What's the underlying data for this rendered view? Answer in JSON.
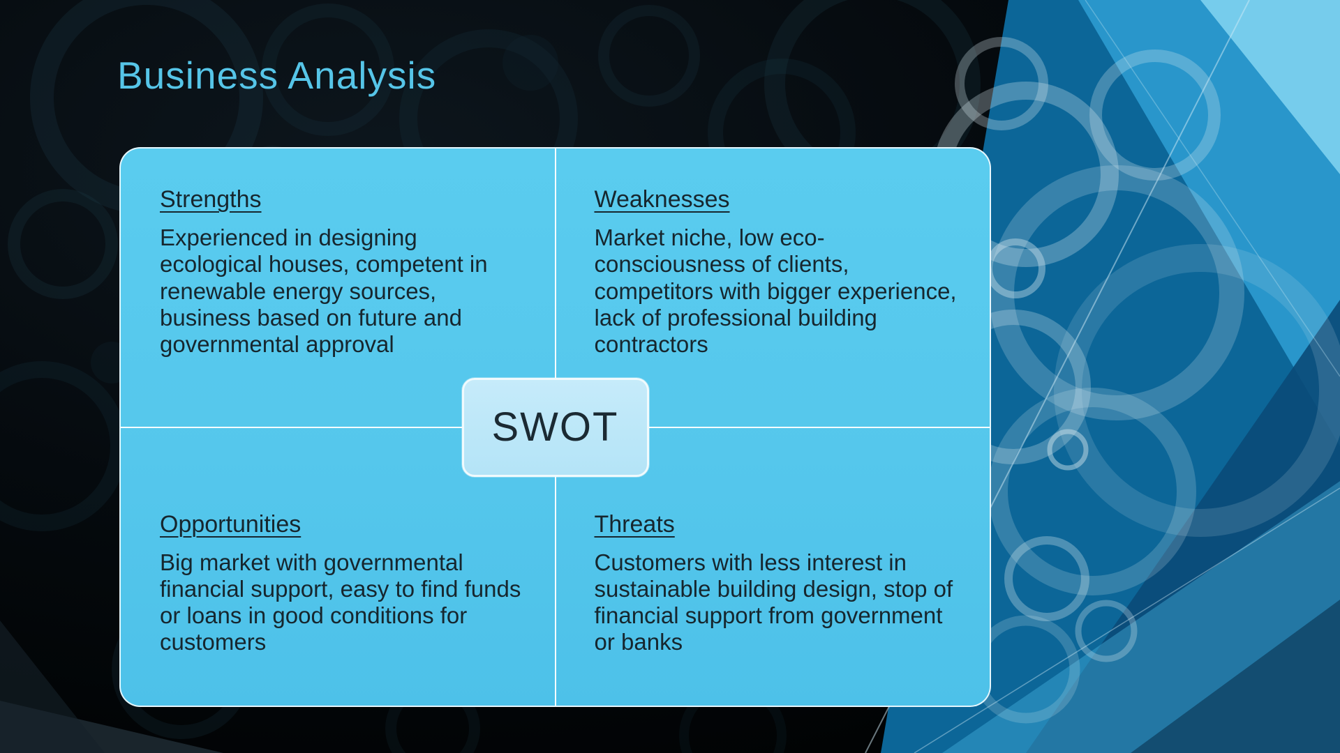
{
  "slide": {
    "title": "Business Analysis",
    "center_label": "SWOT",
    "quadrants": [
      {
        "id": "strengths",
        "heading": "Strengths",
        "body": "Experienced in designing ecological houses, competent in renewable energy sources, business based on future and governmental approval"
      },
      {
        "id": "weaknesses",
        "heading": "Weaknesses",
        "body": "Market niche, low eco-consciousness of clients, competitors with bigger experience, lack of professional building contractors"
      },
      {
        "id": "opportunities",
        "heading": "Opportunities",
        "body": "Big market with governmental financial support, easy to find funds or loans in good conditions for customers"
      },
      {
        "id": "threats",
        "heading": "Threats",
        "body": "Customers with less interest in sustainable building design, stop of financial support from government or banks"
      }
    ],
    "colors": {
      "title_text": "#56c5e8",
      "panel_fill": "#55c7ec",
      "center_box_fill": "#b4e4f7",
      "center_box_border": "#f0fafd",
      "divider_line": "#ffffff",
      "quadrant_text": "#16262e",
      "background": "#02070b"
    }
  }
}
